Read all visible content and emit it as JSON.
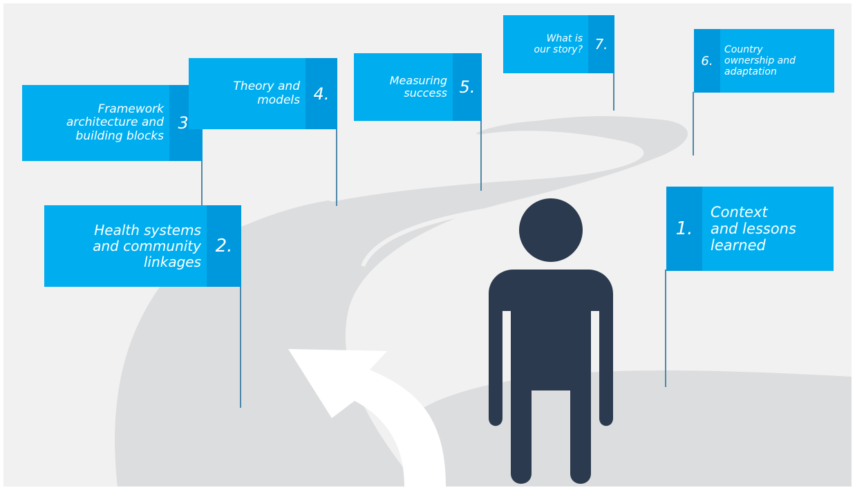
{
  "colors": {
    "background": "#f1f1f1",
    "road": "#dcdddf",
    "road_highlight": "#f1f1f1",
    "flag": "#00aeef",
    "flag_number_box": "#0098dc",
    "pole": "#4f86a8",
    "person": "#2b3a4e"
  },
  "flags": [
    {
      "number": "1.",
      "label": "Context\nand lessons\nlearned"
    },
    {
      "number": "2.",
      "label": "Health systems\nand community\nlinkages"
    },
    {
      "number": "3.",
      "label": "Framework\narchitecture and\nbuilding blocks"
    },
    {
      "number": "4.",
      "label": "Theory and\nmodels"
    },
    {
      "number": "5.",
      "label": "Measuring\nsuccess"
    },
    {
      "number": "6.",
      "label": "Country\nownership and\nadaptation"
    },
    {
      "number": "7.",
      "label": "What is\nour story?"
    }
  ],
  "icons": {
    "person": "person-icon",
    "arrow": "arrow-icon"
  }
}
